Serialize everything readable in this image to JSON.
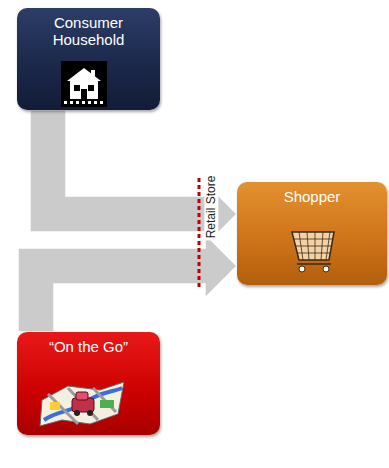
{
  "diagram": {
    "nodes": [
      {
        "text": [
          "Consumer Household"
        ]
      },
      {
        "text": [
          "Shopper"
        ]
      },
      {
        "text": [
          "“On the Go”"
        ]
      }
    ],
    "edges": [
      {
        "from": 0,
        "to": 1,
        "arrow": "to"
      },
      {
        "from": 2,
        "to": 1,
        "arrow": "to"
      }
    ],
    "labels": [
      "Retail Store"
    ]
  }
}
